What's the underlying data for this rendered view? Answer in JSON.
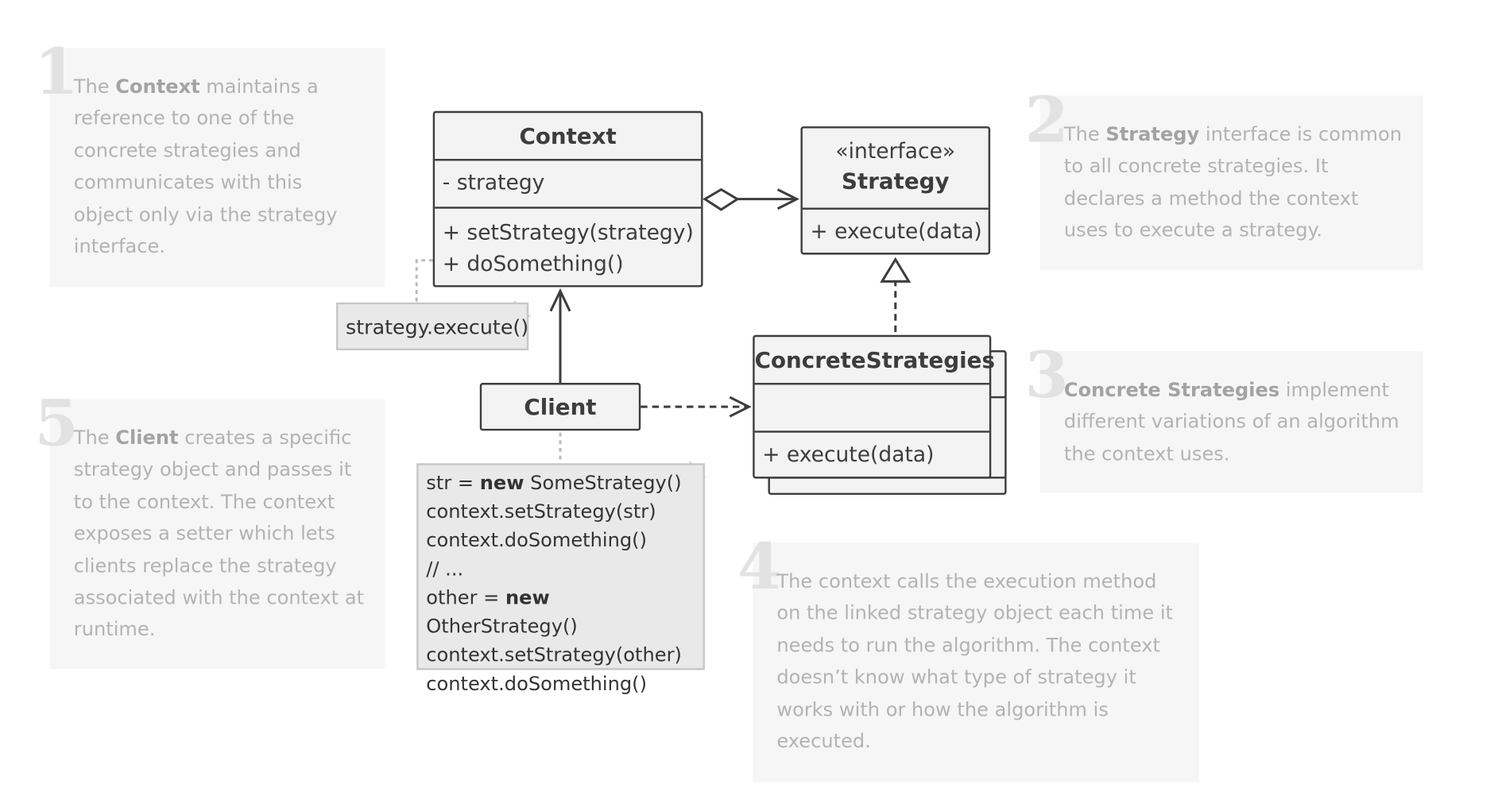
{
  "notes": [
    {
      "number": "1",
      "lines": [
        [
          {
            "t": "The "
          },
          {
            "t": "Context",
            "b": true
          },
          {
            "t": " maintains a"
          }
        ],
        [
          {
            "t": "reference to one of the"
          }
        ],
        [
          {
            "t": "concrete strategies and"
          }
        ],
        [
          {
            "t": "communicates with this"
          }
        ],
        [
          {
            "t": "object only via the strategy"
          }
        ],
        [
          {
            "t": "interface."
          }
        ]
      ]
    },
    {
      "number": "2",
      "lines": [
        [
          {
            "t": "The "
          },
          {
            "t": "Strategy",
            "b": true
          },
          {
            "t": " interface is common"
          }
        ],
        [
          {
            "t": "to all concrete strategies. It"
          }
        ],
        [
          {
            "t": "declares a method the context"
          }
        ],
        [
          {
            "t": "uses to execute a strategy."
          }
        ]
      ]
    },
    {
      "number": "3",
      "lines": [
        [
          {
            "t": "Concrete Strategies",
            "b": true
          },
          {
            "t": " implement"
          }
        ],
        [
          {
            "t": "different variations of an algorithm"
          }
        ],
        [
          {
            "t": "the context uses."
          }
        ]
      ]
    },
    {
      "number": "4",
      "lines": [
        [
          {
            "t": "The context calls the execution method"
          }
        ],
        [
          {
            "t": "on the linked strategy object each time it"
          }
        ],
        [
          {
            "t": "needs to run the algorithm. The context"
          }
        ],
        [
          {
            "t": "doesn’t know what type of strategy it"
          }
        ],
        [
          {
            "t": "works with or how the algorithm is"
          }
        ],
        [
          {
            "t": "executed."
          }
        ]
      ]
    },
    {
      "number": "5",
      "lines": [
        [
          {
            "t": "The "
          },
          {
            "t": "Client",
            "b": true
          },
          {
            "t": " creates a specific"
          }
        ],
        [
          {
            "t": "strategy object and passes it"
          }
        ],
        [
          {
            "t": "to the context. The context"
          }
        ],
        [
          {
            "t": "exposes a setter which lets"
          }
        ],
        [
          {
            "t": "clients replace the strategy"
          }
        ],
        [
          {
            "t": "associated with the context at"
          }
        ],
        [
          {
            "t": "runtime."
          }
        ]
      ]
    }
  ],
  "context": {
    "title": "Context",
    "fields": [
      "- strategy"
    ],
    "methods": [
      "+ setStrategy(strategy)",
      "+ doSomething()"
    ]
  },
  "strategy": {
    "stereotype": "«interface»",
    "title": "Strategy",
    "methods": [
      "+ execute(data)"
    ]
  },
  "concrete": {
    "title": "ConcreteStrategies",
    "methods": [
      "+ execute(data)"
    ]
  },
  "client": {
    "title": "Client"
  },
  "context_note": {
    "text": "strategy.execute()"
  },
  "client_note": {
    "lines": [
      [
        {
          "t": "str = "
        },
        {
          "t": "new",
          "b": true
        },
        {
          "t": " SomeStrategy()"
        }
      ],
      [
        {
          "t": "context.setStrategy(str)"
        }
      ],
      [
        {
          "t": "context.doSomething()"
        }
      ],
      [
        {
          "t": "// ..."
        }
      ],
      [
        {
          "t": "other = "
        },
        {
          "t": "new",
          "b": true
        },
        {
          "t": " OtherStrategy()"
        }
      ],
      [
        {
          "t": "context.setStrategy(other)"
        }
      ],
      [
        {
          "t": "context.doSomething()"
        }
      ]
    ]
  },
  "colors": {
    "line": "#3d3d3d",
    "note_text": "#b3b3b3",
    "note_bg": "#f6f6f6",
    "note_number": "#e2e2e2"
  }
}
